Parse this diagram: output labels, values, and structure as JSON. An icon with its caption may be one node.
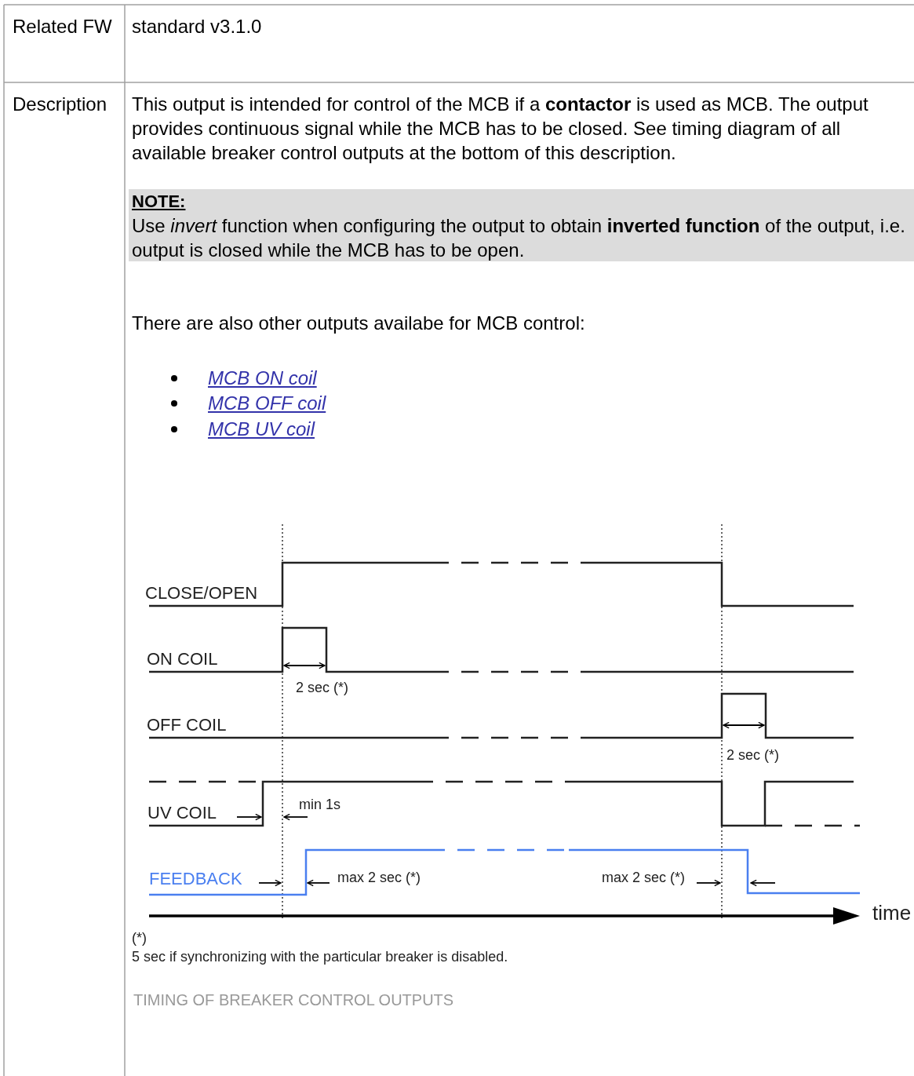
{
  "diagram": {
    "caption": "TIMING OF BREAKER CONTROL OUTPUTS",
    "labels": [
      "Related FW",
      "standard v3.1.0",
      "Description",
      "This output is intended for control of the MCB if a **contactor** is used as MCB. The output provides continuous signal while the MCB has to be closed. See timing diagram of all available breaker control outputs at the bottom of this description.",
      "NOTE:",
      "Use *invert* function when configuring the output to obtain **inverted function** of the output, i.e. output is closed while the MCB has to be open.",
      "There are also other outputs availabe for MCB control:",
      "MCB ON coil",
      "MCB OFF coil",
      "MCB UV coil",
      "CLOSE/OPEN",
      "ON COIL",
      "2 sec (*)",
      "OFF COIL",
      "2 sec (*)",
      "UV COIL",
      "min 1s",
      "FEEDBACK",
      "max 2 sec (*)",
      "max 2 sec (*)",
      "time",
      "(*)",
      "5 sec if synchronizing with the particular breaker is disabled."
    ]
  }
}
